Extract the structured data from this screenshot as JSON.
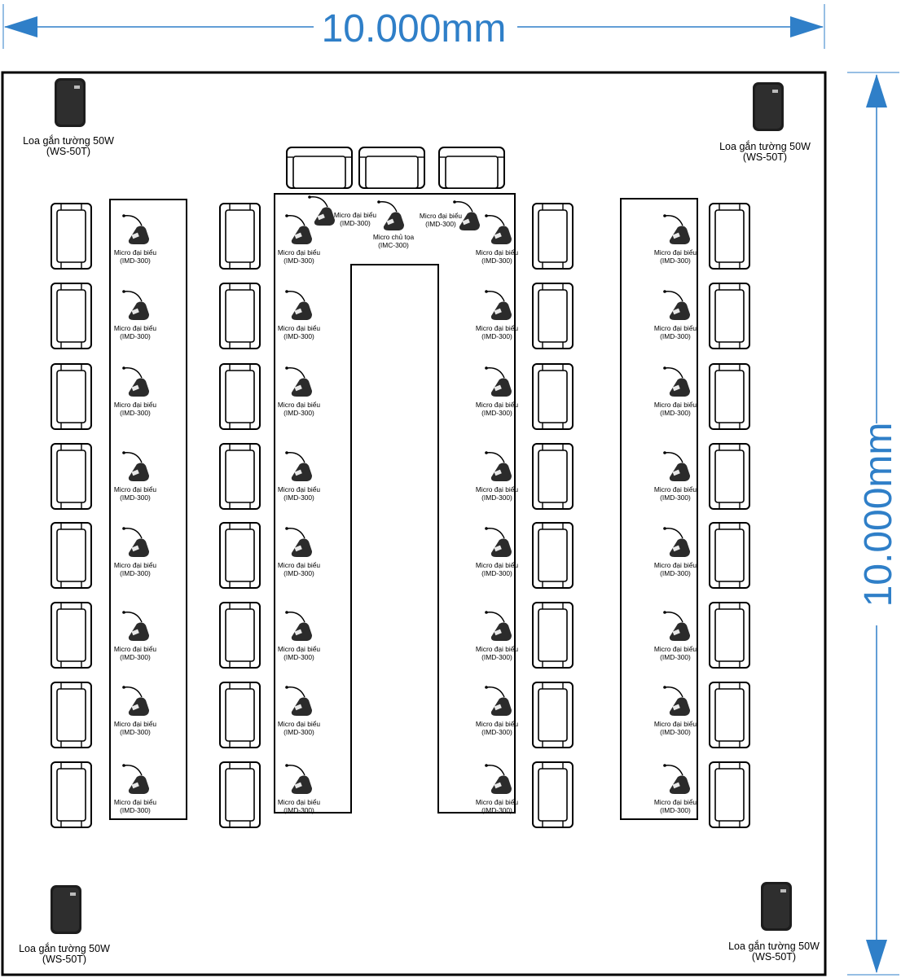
{
  "dimensions": {
    "width_label": "10.000mm",
    "height_label": "10.000mm"
  },
  "colors": {
    "accent": "#2f7fc8",
    "line": "#000000",
    "speaker": "#1a1a1a"
  },
  "speaker": {
    "icon": "wall-speaker-icon",
    "line1": "Loa gắn tường 50W",
    "line2": "(WS-50T)"
  },
  "delegate_mic": {
    "icon": "gooseneck-microphone-icon",
    "line1": "Micro đại biểu",
    "line2": "(IMD-300)"
  },
  "chair_mic": {
    "icon": "gooseneck-microphone-icon",
    "line1": "Micro chủ tọa",
    "line2": "(IMC-300)"
  },
  "chair_icon": "armchair-icon"
}
